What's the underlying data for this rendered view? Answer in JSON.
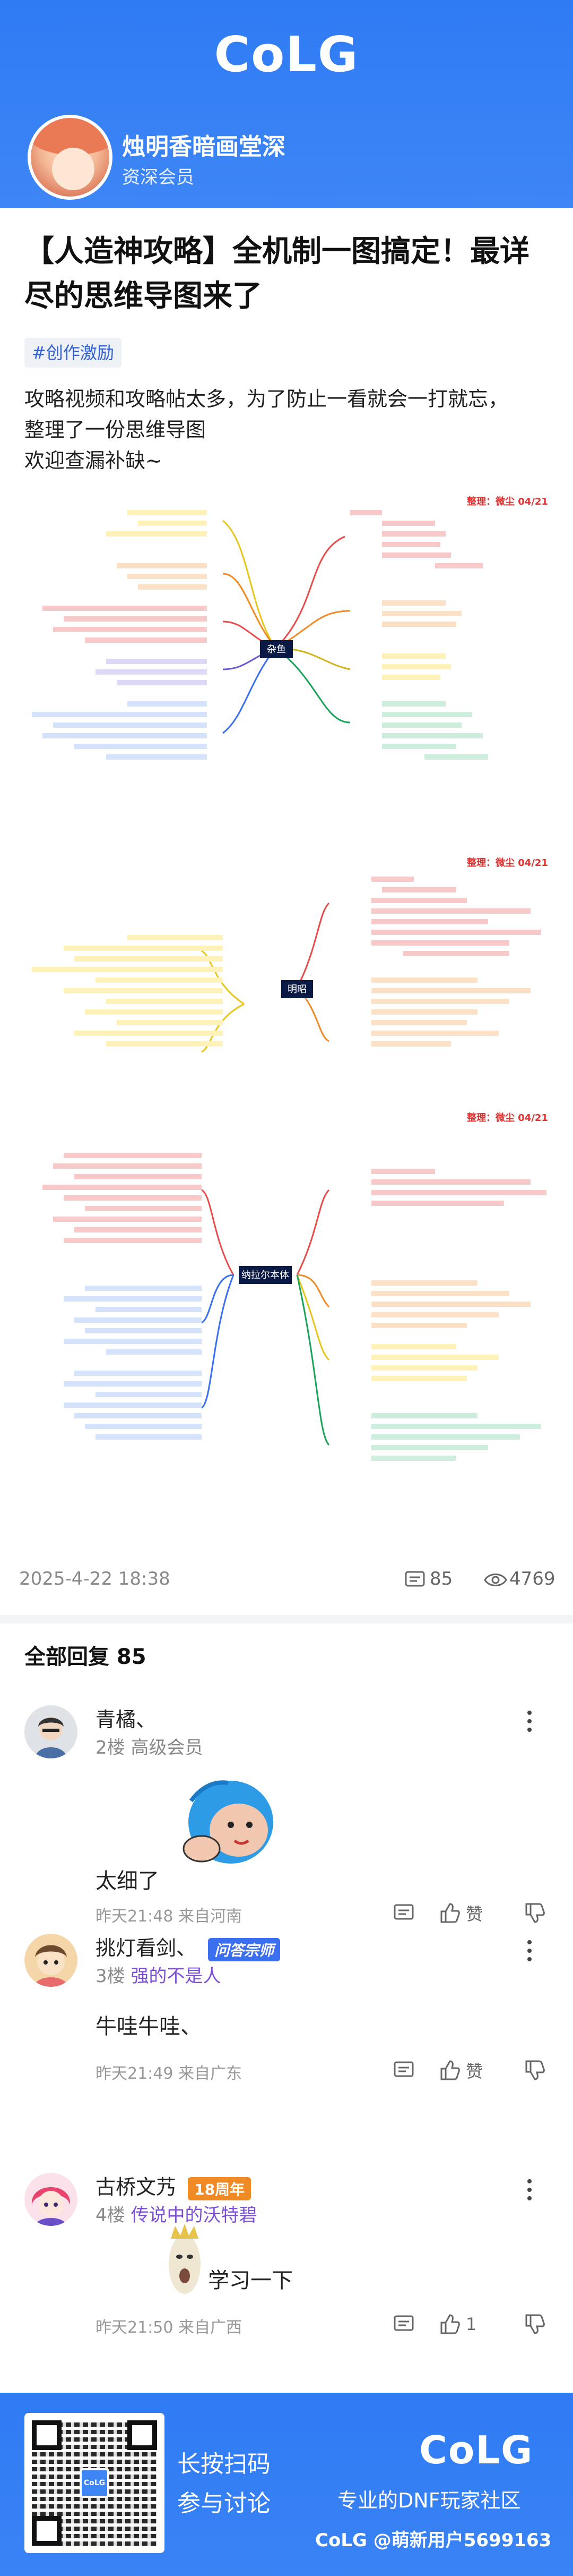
{
  "header": {
    "logo": "CoLG",
    "author_name": "烛明香暗画堂深",
    "author_level": "资深会员"
  },
  "article": {
    "title_line1": "【人造神攻略】全机制一图搞定！最详",
    "title_line2": "尽的思维导图来了",
    "tag": "#创作激励",
    "body_lines": [
      "攻略视频和攻略帖太多，为了防止一看就会一打就忘，",
      "整理了一份思维导图",
      "欢迎查漏补缺~"
    ]
  },
  "mindmaps": [
    {
      "center": "杂鱼",
      "note": "整理：微尘 04/21"
    },
    {
      "center": "明昭",
      "note": "整理：微尘 04/21"
    },
    {
      "center": "纳拉尔本体",
      "note": "整理：微尘 04/21"
    }
  ],
  "post_meta": {
    "date": "2025-4-22 18:38",
    "comment_count": "85",
    "view_count": "4769"
  },
  "replies_section": {
    "title": "全部回复 85",
    "replies": [
      {
        "name": "青橘、",
        "floor": "2楼",
        "level": "高级会员",
        "text": "太细了",
        "time": "昨天21:48 来自河南",
        "like": "赞"
      },
      {
        "name": "挑灯看剑、",
        "badge": "问答宗师",
        "floor": "3楼",
        "level": "强的不是人",
        "text": "牛哇牛哇、",
        "time": "昨天21:49 来自广东",
        "like": "赞"
      },
      {
        "name": "古桥文艿",
        "badge": "18周年",
        "floor": "4楼",
        "level": "传说中的沃特碧",
        "text": "学习一下",
        "time": "昨天21:50 来自广西",
        "like": "1"
      }
    ]
  },
  "banner": {
    "scan_line1": "长按扫码",
    "scan_line2": "参与讨论",
    "logo": "CoLG",
    "slogan": "专业的DNF玩家社区",
    "watermark": "CoLG @萌新用户5699163",
    "qr_logo": "CoLG"
  },
  "colors": {
    "brand_blue": "#3e86f6",
    "accent_red": "#e53030",
    "badge_blue": "#3a6ff0",
    "badge_orange": "#f08a24"
  }
}
